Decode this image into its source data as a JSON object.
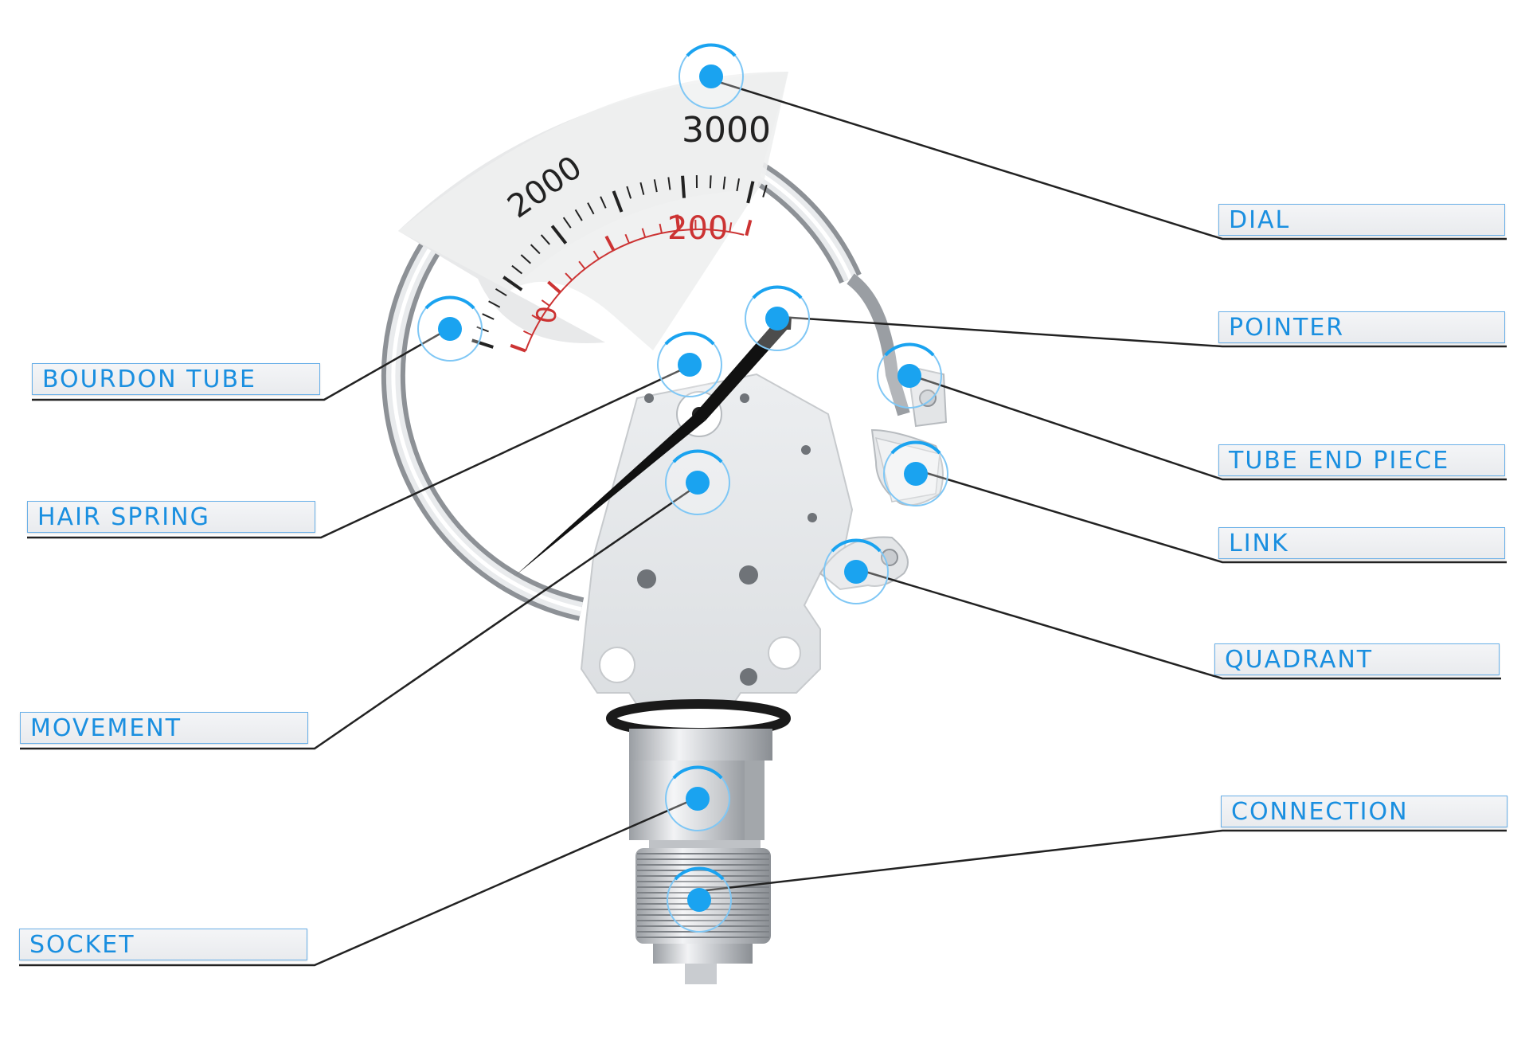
{
  "dial": {
    "outer_scale_major_labels": [
      "2000",
      "3000"
    ],
    "inner_scale_labels": [
      "0",
      "200"
    ],
    "outer_scale_color": "#222222",
    "inner_scale_color": "#cc3333"
  },
  "labels": {
    "dial": "DIAL",
    "pointer": "POINTER",
    "tube_end_piece": "TUBE END PIECE",
    "link": "LINK",
    "quadrant": "QUADRANT",
    "connection": "CONNECTION",
    "bourdon_tube": "BOURDON TUBE",
    "hair_spring": "HAIR SPRING",
    "movement": "MOVEMENT",
    "socket": "SOCKET"
  },
  "colors": {
    "marker": "#1aa3f0",
    "label_text": "#1a8fe0",
    "leader_line": "#222222"
  }
}
